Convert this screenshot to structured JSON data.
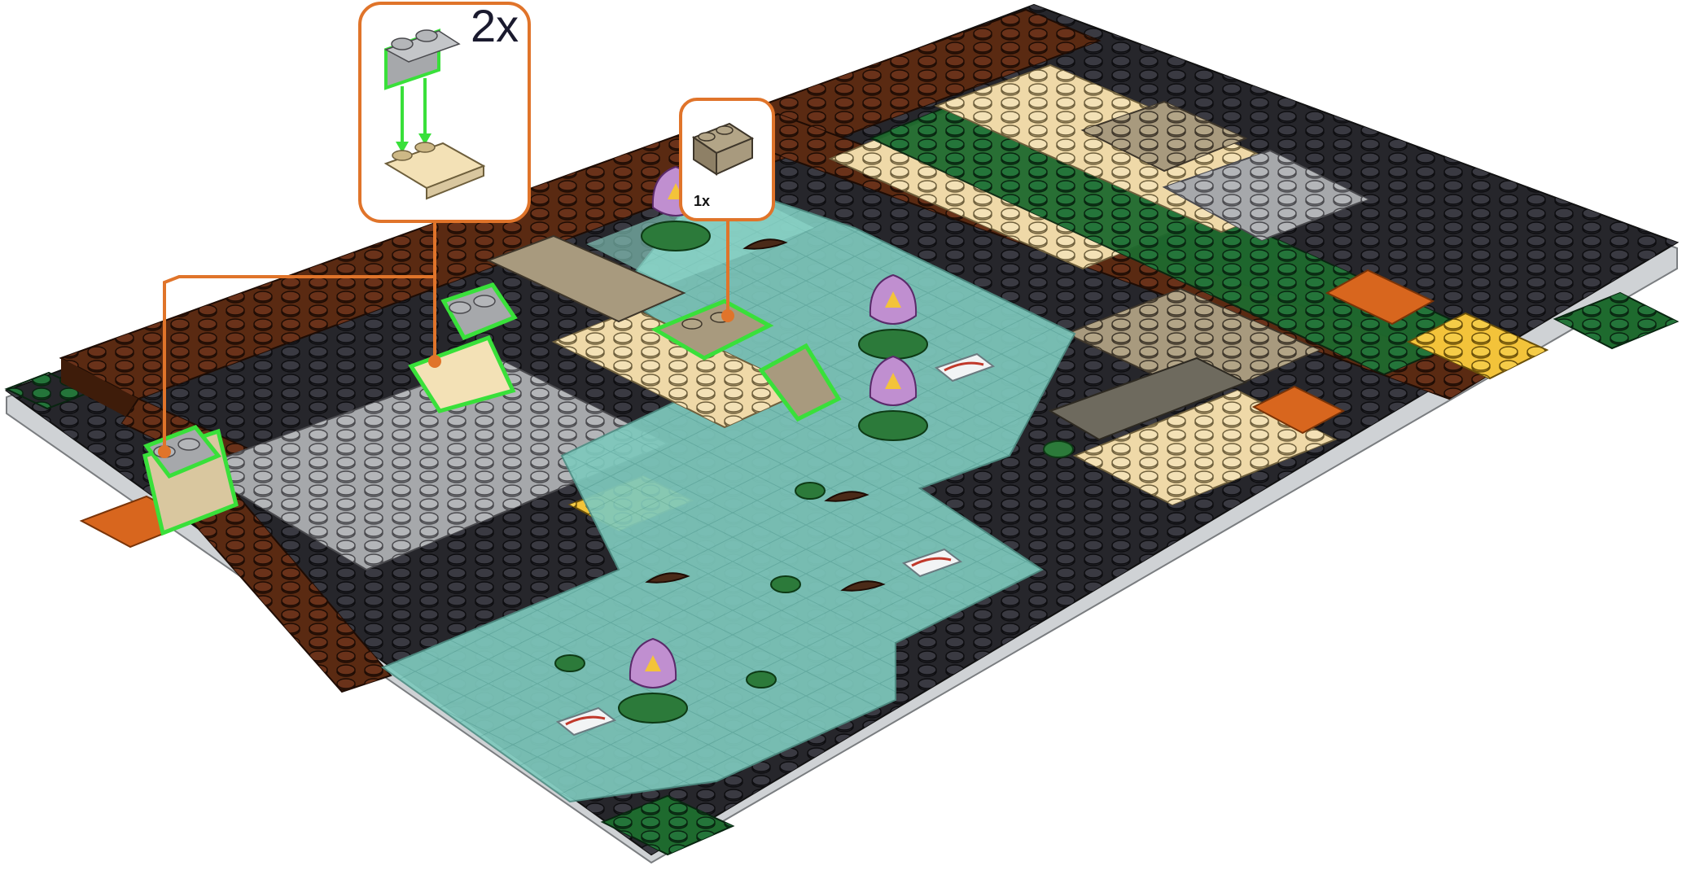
{
  "instruction_step": {
    "callouts": [
      {
        "quantity": "2x",
        "part": "light-bluish-gray-2x1-brick-on-tan-curved-slope"
      },
      {
        "quantity": "1x",
        "part": "dark-tan-2x2-slope"
      }
    ]
  },
  "colors": {
    "callout_outline": "#e0742a",
    "highlight": "#39e03a",
    "reddish_brown": "#5a2a12",
    "tan": "#efd9a8",
    "dark_tan": "#a89a7e",
    "light_bluish_gray": "#a6a8ab",
    "dark_green": "#1e6a2e",
    "black": "#1c1c20",
    "orange": "#d8661e",
    "yellow": "#f3c33a",
    "trans_water": "#7fcfc0",
    "lavender": "#c08fd0"
  },
  "icons": [
    "lotus-flower-icon",
    "koi-fish-tile-icon",
    "round-plate-icon"
  ]
}
